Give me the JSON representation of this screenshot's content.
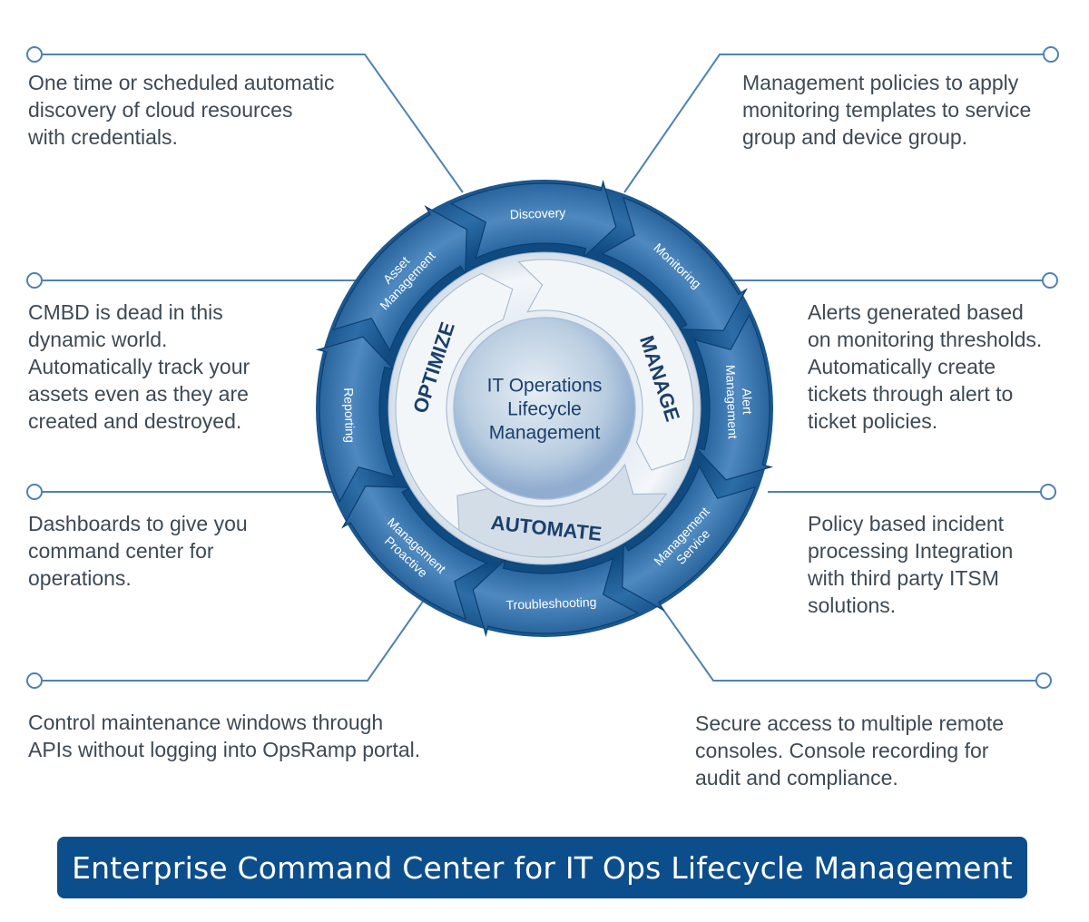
{
  "diagram": {
    "center_title_lines": [
      "IT Operations",
      "Lifecycle",
      "Management"
    ],
    "inner_labels": {
      "optimize": "OPTIMIZE",
      "manage": "MANAGE",
      "automate": "AUTOMATE"
    },
    "ring_segments": [
      {
        "lines": [
          "Discovery"
        ]
      },
      {
        "lines": [
          "Monitoring"
        ]
      },
      {
        "lines": [
          "Alert",
          "Management"
        ]
      },
      {
        "lines": [
          "Service",
          "Management"
        ]
      },
      {
        "lines": [
          "Troubleshooting"
        ]
      },
      {
        "lines": [
          "Proactive",
          "Management"
        ]
      },
      {
        "lines": [
          "Reporting"
        ]
      },
      {
        "lines": [
          "Asset",
          "Management"
        ]
      }
    ],
    "descriptions": {
      "discovery": "One time or scheduled automatic\ndiscovery of cloud resources\nwith credentials.",
      "monitoring": "Management policies to apply\nmonitoring templates to service\ngroup and device group.",
      "asset_management": "CMBD is dead in this\ndynamic world.\nAutomatically track your\nassets even as they are\ncreated and destroyed.",
      "alert_management": "Alerts generated based\non monitoring thresholds.\nAutomatically create\ntickets through alert to\nticket policies.",
      "reporting": "Dashboards to give you\ncommand center for\noperations.",
      "service_management": "Policy based incident\nprocessing Integration\nwith third party ITSM\nsolutions.",
      "proactive_management": "Control maintenance windows through\nAPIs without logging into OpsRamp portal.",
      "troubleshooting": "Secure access to multiple remote\nconsoles. Console recording for\naudit and compliance."
    },
    "banner": "Enterprise Command Center for IT Ops Lifecycle Management"
  },
  "colors": {
    "ring_dark": "#0f4a80",
    "ring_mid": "#2d6ea8",
    "ring_light": "#5b93c6",
    "text_dark": "#1b3f6b",
    "body_text": "#3d4a55",
    "connector": "#4f82b3",
    "banner_bg": "#0c4e8c"
  }
}
